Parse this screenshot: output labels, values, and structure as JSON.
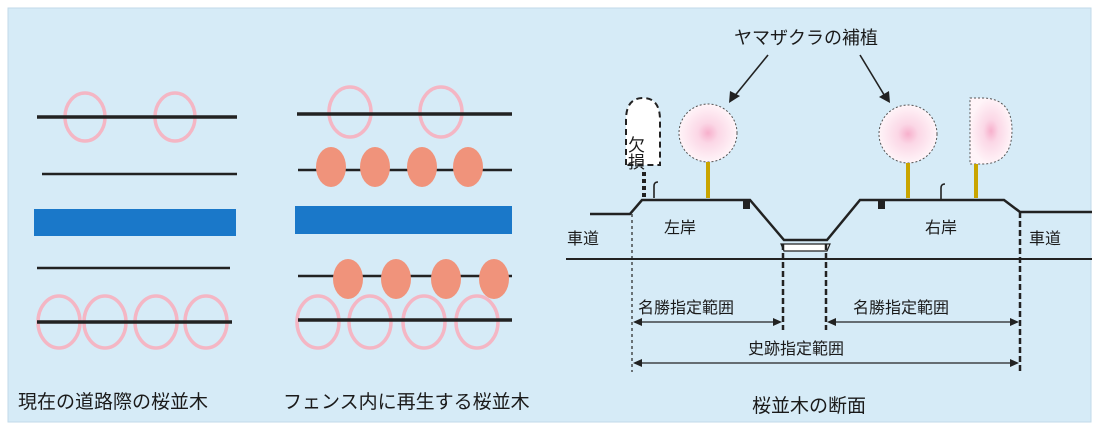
{
  "colors": {
    "background": "#d6ebf7",
    "road_blue": "#1a78c9",
    "line_dark": "#222222",
    "ring_pink": "#f4b6c4",
    "tree_salmon": "#f0937b",
    "trunk": "#c9a400",
    "canopy": "#fdeef3"
  },
  "panels": {
    "current": {
      "caption": "現在の道路際の桜並木"
    },
    "regenerated": {
      "caption": "フェンス内に再生する桜並木"
    },
    "section": {
      "caption": "桜並木の断面",
      "replant_label": "ヤマザクラの補植",
      "missing_label": "欠損",
      "left_road": "車道",
      "right_road": "車道",
      "left_bank": "左岸",
      "right_bank": "右岸",
      "scenic_left": "名勝指定範囲",
      "scenic_right": "名勝指定範囲",
      "historic": "史跡指定範囲"
    }
  },
  "icons": [
    "missing-tree-outline-icon",
    "sakura-tree-icon",
    "half-sakura-tree-icon",
    "lamp-post-icon",
    "bollard-icon",
    "arrow-icon"
  ]
}
